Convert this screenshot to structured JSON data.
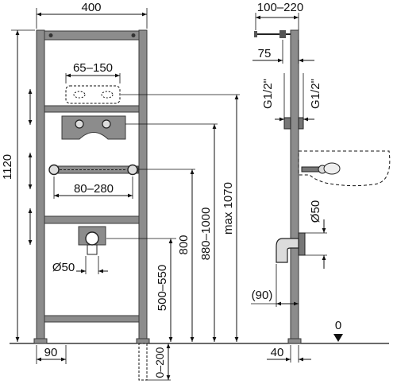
{
  "front_view": {
    "width_label": "400",
    "height_label": "1120",
    "upper_gap_label": "65–150",
    "bracket_spacing_label": "80–280",
    "pipe_diameter_label": "Ø50",
    "base_offset_label": "90",
    "drain_height_label": "500–550",
    "bracket_height_label": "800",
    "inlet_height_label": "880–1000",
    "max_height_label": "max 1070",
    "leg_extension_label": "0–200"
  },
  "side_view": {
    "depth_label": "100–220",
    "inner_depth_label": "75",
    "thread_left_label": "G1/2\"",
    "thread_right_label": "G1/2\"",
    "pipe_diameter_label": "Ø50",
    "outlet_offset_label": "(90)",
    "foot_label": "40",
    "floor_label": "0"
  },
  "colors": {
    "frame_fill": "#8c8c8c",
    "frame_stroke": "#3a3a3a",
    "line": "#111111",
    "background": "#ffffff"
  }
}
